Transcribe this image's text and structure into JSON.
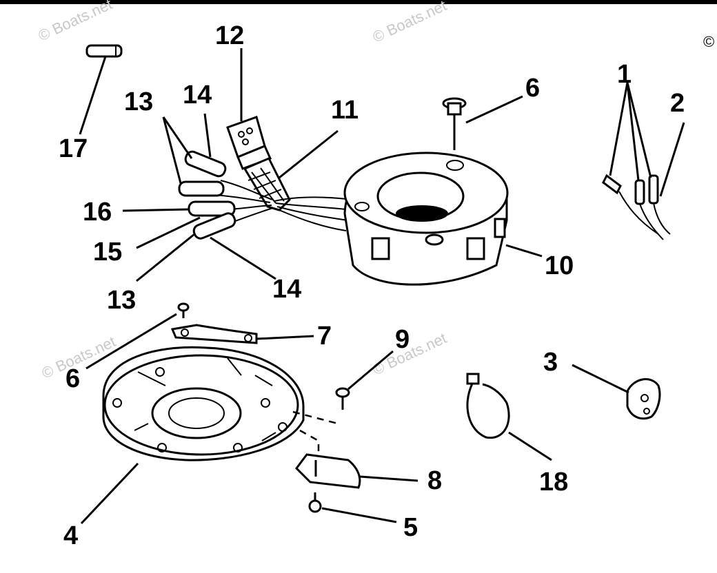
{
  "callouts": {
    "c1": "1",
    "c2": "2",
    "c3": "3",
    "c4": "4",
    "c5": "5",
    "c6a": "6",
    "c6b": "6",
    "c7": "7",
    "c8": "8",
    "c9": "9",
    "c10": "10",
    "c11": "11",
    "c12": "12",
    "c13a": "13",
    "c13b": "13",
    "c14a": "14",
    "c14b": "14",
    "c15": "15",
    "c16": "16",
    "c17": "17",
    "c18": "18"
  },
  "watermark": "© Boats.net",
  "copyright_mark": "©",
  "colors": {
    "ink": "#000000",
    "paper": "#ffffff",
    "watermark": "#c8c8c8"
  }
}
